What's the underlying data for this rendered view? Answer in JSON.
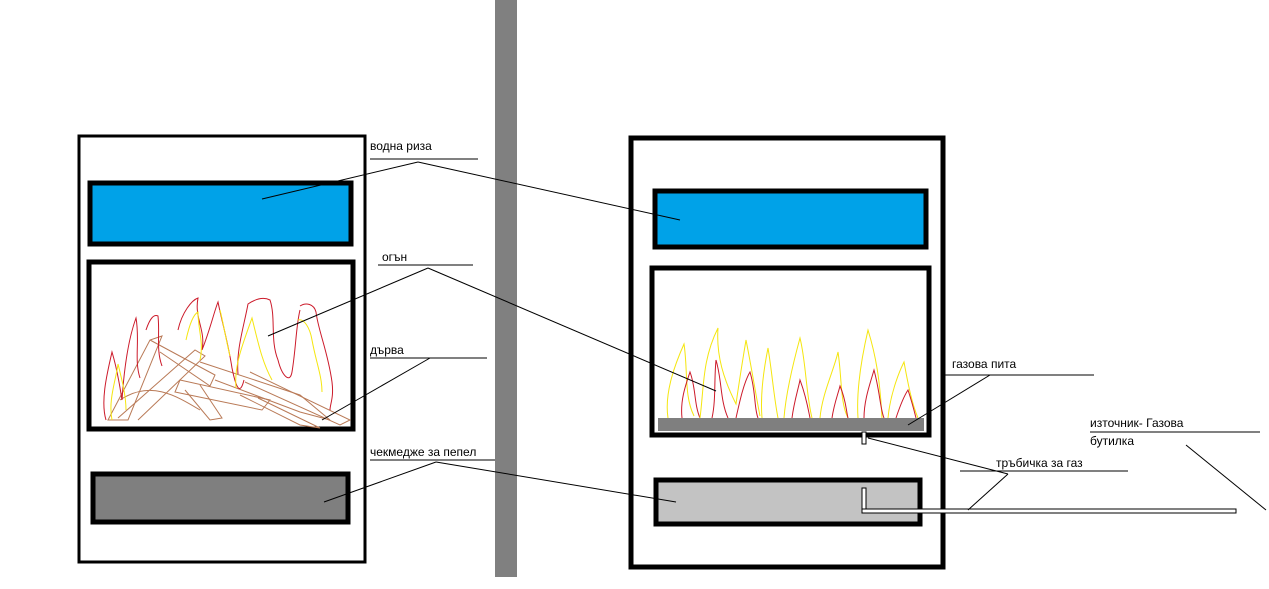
{
  "labels": {
    "water_jacket": "водна риза",
    "fire": "огън",
    "wood": "дърва",
    "ash_drawer": "чекмедже за пепел",
    "gas_burner": "газова пита",
    "gas_tube": "тръбичка за газ",
    "gas_source_line1": "източник- Газова",
    "gas_source_line2": "бутилка"
  },
  "colors": {
    "water": "#00a2e8",
    "ash_drawer_left": "#7f7f7f",
    "ash_drawer_right": "#c3c3c3",
    "burner_plate": "#7f7f7f",
    "divider": "#808080",
    "flame_red": "#cc1a2a",
    "flame_yellow": "#f5e60f",
    "wood": "#b97a57",
    "outline": "#000000"
  }
}
